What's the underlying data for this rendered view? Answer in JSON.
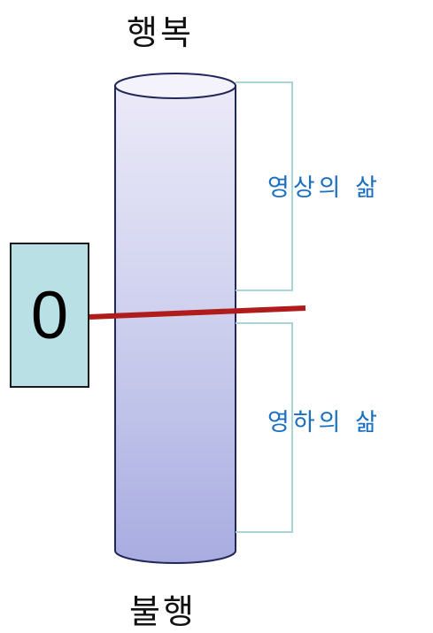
{
  "labels": {
    "top": "행복",
    "bottom": "불행",
    "upper_region": "영상의 삶",
    "lower_region": "영하의 삶",
    "zero_marker": "0"
  },
  "colors": {
    "region_label": "#1a6fc0",
    "zero_line": "#b01c1c",
    "bracket": "#a9d4d8",
    "cylinder_top": "#e9e9f8",
    "cylinder_bottom": "#aaaee0",
    "zero_box": "#b9e0e4"
  }
}
